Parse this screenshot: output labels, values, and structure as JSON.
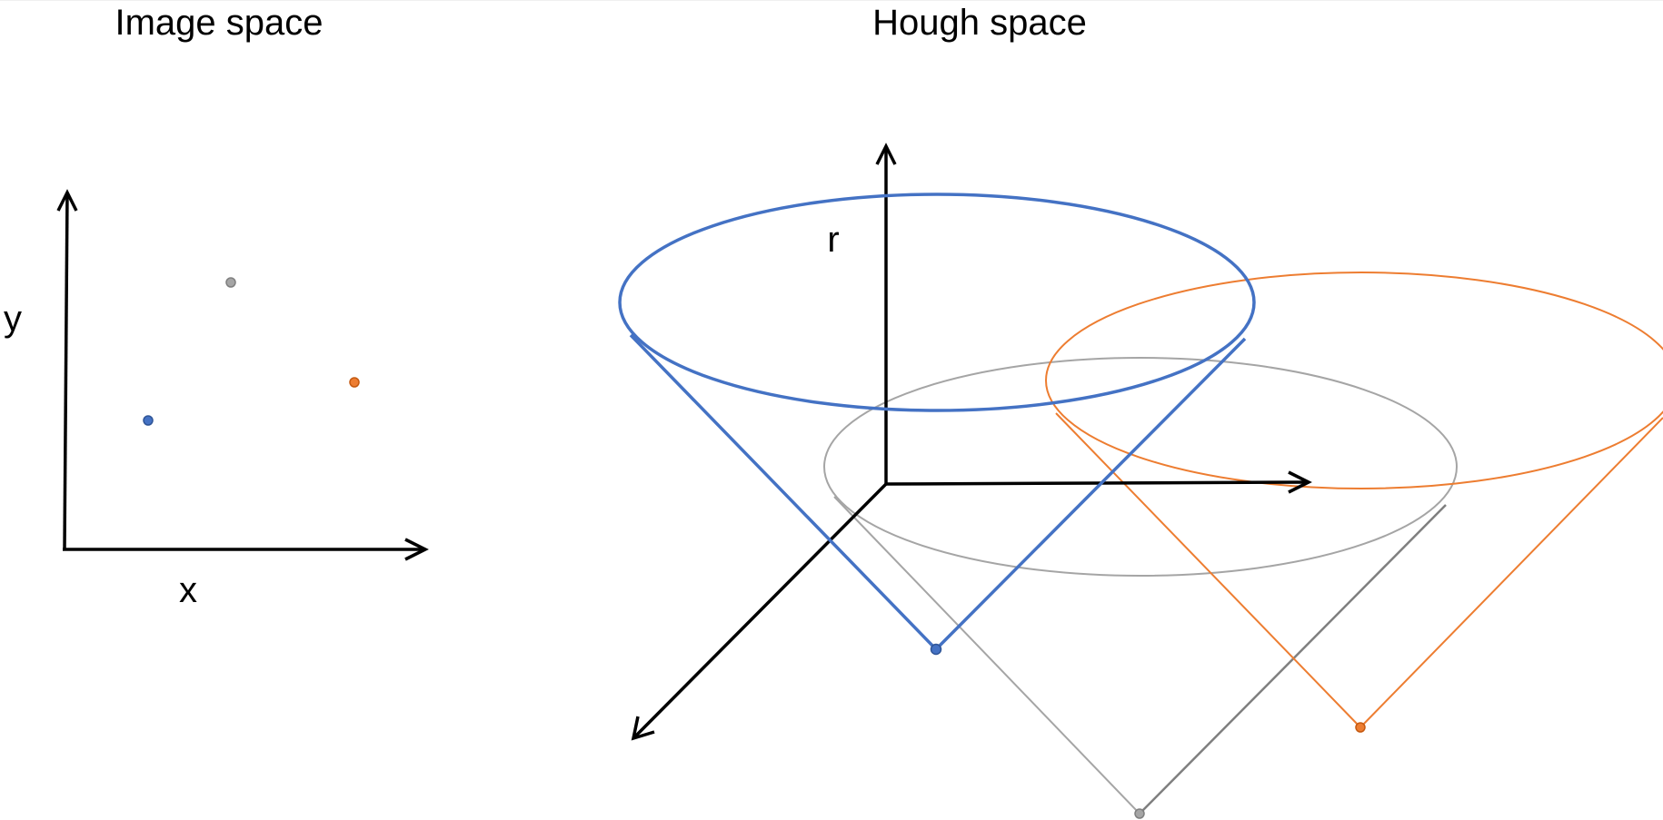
{
  "panels": {
    "image_space": {
      "title": "Image space",
      "x_label": "x",
      "y_label": "y"
    },
    "hough_space": {
      "title": "Hough space",
      "r_label": "r"
    }
  },
  "colors": {
    "axis": "#000000",
    "blue": "#4472c4",
    "orange": "#ed7d31",
    "gray_point": "#a5a5a5",
    "gray_cone_left": "#a5a5a5",
    "gray_cone_right": "#7f7f7f",
    "top_rule": "#f0f0f0"
  },
  "points": [
    {
      "name": "blue",
      "color_key": "blue"
    },
    {
      "name": "gray",
      "color_key": "gray_point"
    },
    {
      "name": "orange",
      "color_key": "orange"
    }
  ]
}
